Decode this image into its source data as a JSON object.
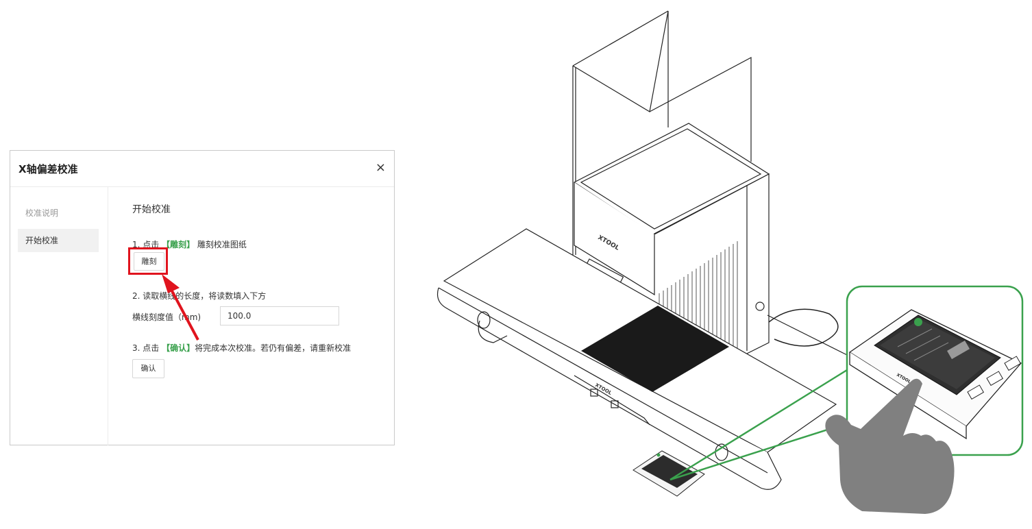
{
  "dialog": {
    "title": "X轴偏差校准",
    "close_symbol": "×",
    "sidebar": {
      "items": [
        {
          "label": "校准说明",
          "active": false
        },
        {
          "label": "开始校准",
          "active": true
        }
      ]
    },
    "main": {
      "title": "开始校准",
      "step1": {
        "prefix": "1. 点击 ",
        "highlight": "【雕刻】",
        "suffix": " 雕刻校准图纸",
        "button": "雕刻"
      },
      "step2": {
        "text": "2. 读取横线的长度，将读数填入下方",
        "field_label": "横线刻度值（mm)",
        "field_value": "100.0"
      },
      "step3": {
        "prefix": "3. 点击 ",
        "highlight": "【确认】",
        "suffix": "将完成本次校准。若仍有偏差，请重新校准",
        "button": "确认"
      }
    }
  },
  "illustration": {
    "machine_brand": "XTOOL",
    "device_brand": "XTOOL"
  },
  "colors": {
    "highlight_red": "#e0141e",
    "accent_green": "#3aa14d",
    "callout_green": "#3aa14d",
    "hand_gray": "#808080"
  }
}
